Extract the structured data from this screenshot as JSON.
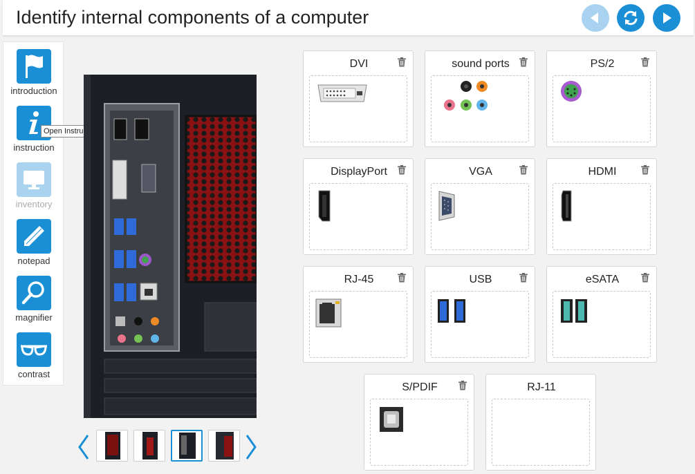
{
  "header": {
    "title": "Identify internal components of a computer",
    "buttons": [
      {
        "name": "back-button",
        "icon": "arrow-left-icon",
        "disabled": true
      },
      {
        "name": "reset-button",
        "icon": "refresh-icon",
        "disabled": false
      },
      {
        "name": "next-button",
        "icon": "arrow-right-icon",
        "disabled": false
      }
    ]
  },
  "sidebar": {
    "items": [
      {
        "label": "introduction",
        "icon": "flag-icon",
        "disabled": false
      },
      {
        "label": "instruction",
        "icon": "info-icon",
        "disabled": false
      },
      {
        "label": "inventory",
        "icon": "monitor-icon",
        "disabled": true
      },
      {
        "label": "notepad",
        "icon": "pencil-icon",
        "disabled": false
      },
      {
        "label": "magnifier",
        "icon": "magnifier-icon",
        "disabled": false
      },
      {
        "label": "contrast",
        "icon": "glasses-icon",
        "disabled": false
      }
    ],
    "tooltip": "Open Instructions"
  },
  "gallery": {
    "thumb_count": 4,
    "active_thumb": 3
  },
  "cards": [
    {
      "label": "DVI",
      "port": "dvi"
    },
    {
      "label": "sound ports",
      "port": "audio"
    },
    {
      "label": "PS/2",
      "port": "ps2"
    },
    {
      "label": "DisplayPort",
      "port": "displayport"
    },
    {
      "label": "VGA",
      "port": "vga"
    },
    {
      "label": "HDMI",
      "port": "hdmi"
    },
    {
      "label": "RJ-45",
      "port": "rj45"
    },
    {
      "label": "USB",
      "port": "usb"
    },
    {
      "label": "eSATA",
      "port": "esata"
    },
    {
      "label": "S/PDIF",
      "port": "spdif"
    },
    {
      "label": "RJ-11",
      "port": "none"
    }
  ],
  "colors": {
    "accent": "#1a8fd6",
    "accent_disabled": "#a8d2ef"
  }
}
